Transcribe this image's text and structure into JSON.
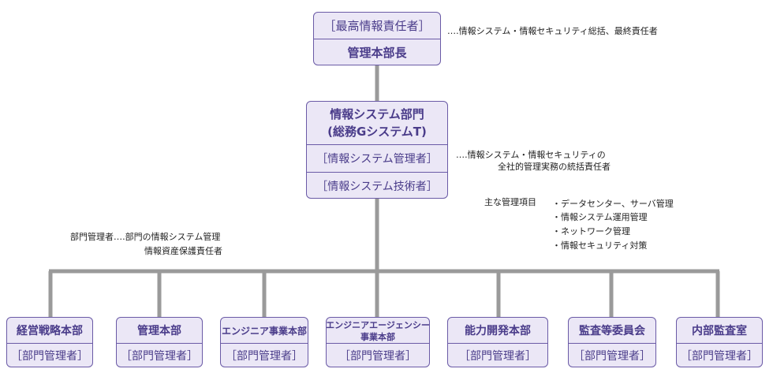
{
  "top": {
    "title_role": "［最高情報責任者］",
    "dept": "管理本部長",
    "note": "‥‥情報システム・情報セキュリティ総括、最終責任者"
  },
  "middle": {
    "dept_line1": "情報システム部門",
    "dept_line2": "(総務GシステムT)",
    "manager_role": "［情報システム管理者］",
    "engineer_role": "［情報システム技術者］",
    "note_line1": "‥‥情報システム・情報セキュリティの",
    "note_line2": "全社的管理実務の統括責任者"
  },
  "management_items": {
    "label": "主な管理項目",
    "items": [
      "・データセンター、サーバ管理",
      "・情報システム運用管理",
      "・ネットワーク管理",
      "・情報セキュリティ対策"
    ]
  },
  "dept_manager_note": {
    "line1": "部門管理者‥‥部門の情報システム管理",
    "line2": "情報資産保護責任者"
  },
  "departments": [
    {
      "name": "経営戦略本部",
      "role": "［部門管理者］"
    },
    {
      "name": "管理本部",
      "role": "［部門管理者］"
    },
    {
      "name": "エンジニア事業本部",
      "role": "［部門管理者］"
    },
    {
      "name_line1": "エンジニアエージェンシー",
      "name_line2": "事業本部",
      "role": "［部門管理者］"
    },
    {
      "name": "能力開発本部",
      "role": "［部門管理者］"
    },
    {
      "name": "監査等委員会",
      "role": "［部門管理者］"
    },
    {
      "name": "内部監査室",
      "role": "［部門管理者］"
    }
  ],
  "colors": {
    "box_fill": "#ebe7f6",
    "box_border": "#6a5aa6",
    "text_purple": "#4a3c8a",
    "connector": "#9a9a9a"
  }
}
